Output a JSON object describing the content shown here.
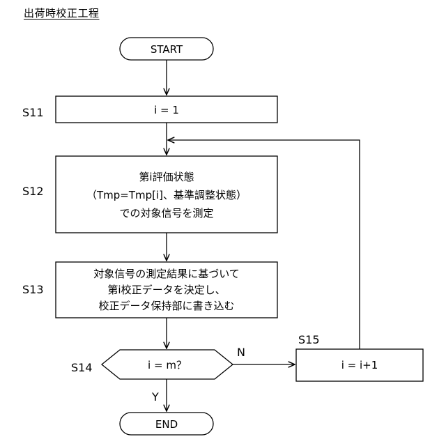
{
  "title": "出荷時校正工程",
  "start": {
    "label": "START"
  },
  "end": {
    "label": "END"
  },
  "steps": {
    "s11": {
      "id": "S11",
      "lines": [
        "i = 1"
      ]
    },
    "s12": {
      "id": "S12",
      "lines": [
        "第i評価状態",
        "（Tmp=Tmp[i]、基準調整状態）",
        "での対象信号を測定"
      ]
    },
    "s13": {
      "id": "S13",
      "lines": [
        "対象信号の測定結果に基づいて",
        "第i校正データを決定し、",
        "校正データ保持部に書き込む"
      ]
    },
    "s14": {
      "id": "S14",
      "lines": [
        "i = m？"
      ]
    },
    "s15": {
      "id": "S15",
      "lines": [
        "i = i+1"
      ]
    }
  },
  "branches": {
    "yes": "Y",
    "no": "N"
  }
}
